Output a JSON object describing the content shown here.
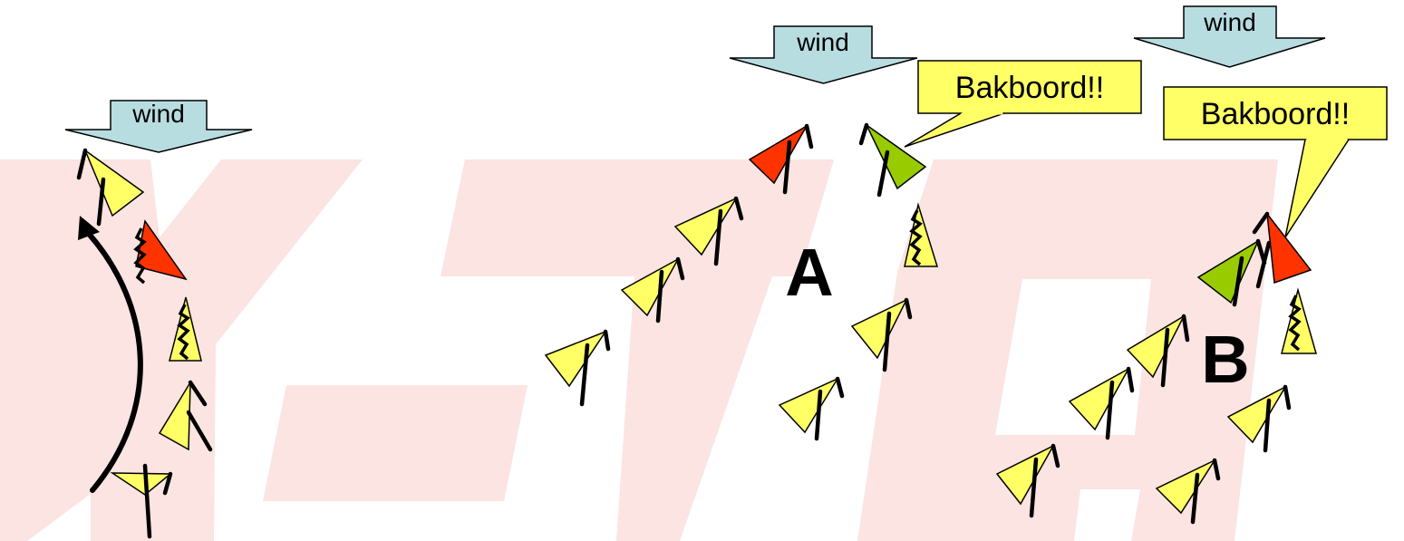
{
  "colors": {
    "watermark": "#fbe4e1",
    "wind_fill": "#b8dde1",
    "boat_yellow": "#ffff66",
    "boat_red": "#ff3300",
    "boat_green": "#99cc00",
    "callout_fill": "#ffff66",
    "stroke": "#000000"
  },
  "wind_label": "wind",
  "callout_text": "Bakboord!!",
  "marker_a": "A",
  "marker_b": "B",
  "icons": [
    "wind-arrow-icon",
    "sailboat-icon",
    "luffing-sailboat-icon",
    "course-arrow-icon",
    "speech-callout-icon"
  ]
}
